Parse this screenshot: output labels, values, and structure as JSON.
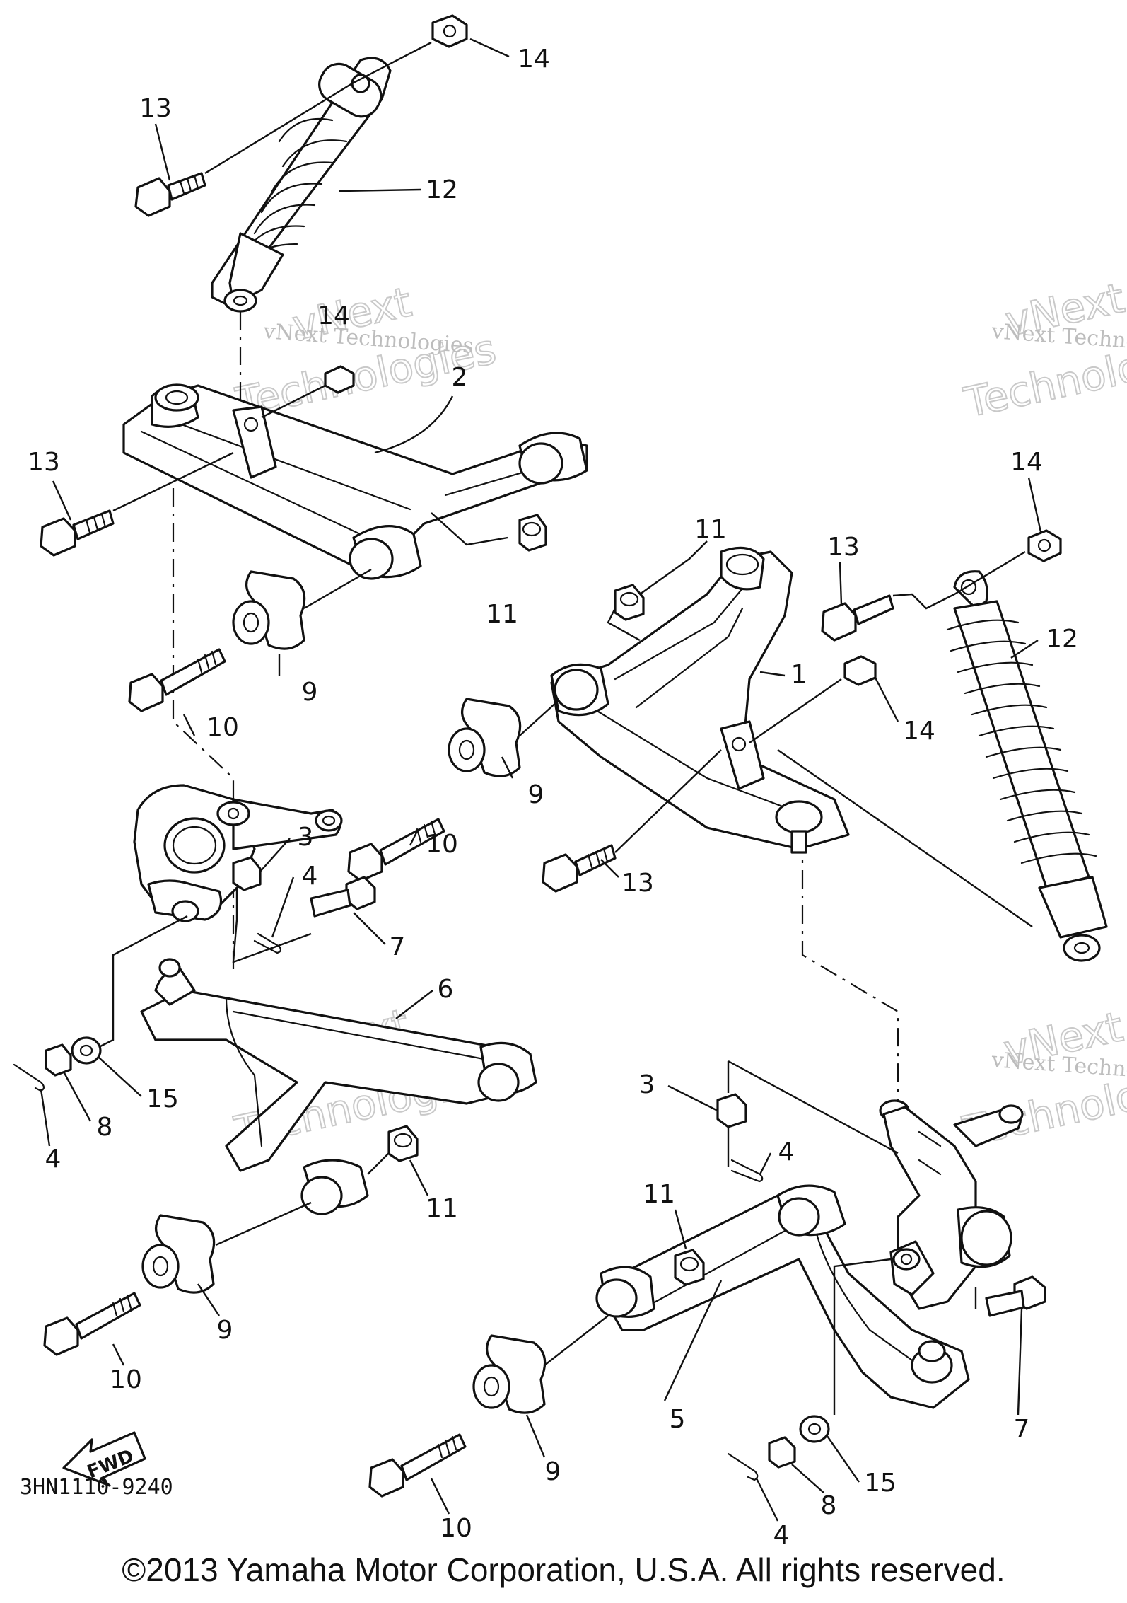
{
  "diagram": {
    "part_code": "3HN1110-9240",
    "fwd_label": "FWD",
    "callouts": [
      {
        "id": "c14a",
        "label": "14"
      },
      {
        "id": "c13a",
        "label": "13"
      },
      {
        "id": "c12a",
        "label": "12"
      },
      {
        "id": "c14b",
        "label": "14"
      },
      {
        "id": "c2",
        "label": "2"
      },
      {
        "id": "c13b",
        "label": "13"
      },
      {
        "id": "c11a",
        "label": "11"
      },
      {
        "id": "c9a",
        "label": "9"
      },
      {
        "id": "c10a",
        "label": "10"
      },
      {
        "id": "c11b",
        "label": "11"
      },
      {
        "id": "c13c",
        "label": "13"
      },
      {
        "id": "c14c",
        "label": "14"
      },
      {
        "id": "c12b",
        "label": "12"
      },
      {
        "id": "c1",
        "label": "1"
      },
      {
        "id": "c14d",
        "label": "14"
      },
      {
        "id": "c9b",
        "label": "9"
      },
      {
        "id": "c10b",
        "label": "10"
      },
      {
        "id": "c13d",
        "label": "13"
      },
      {
        "id": "c3a",
        "label": "3"
      },
      {
        "id": "c4a",
        "label": "4"
      },
      {
        "id": "c7a",
        "label": "7"
      },
      {
        "id": "c6",
        "label": "6"
      },
      {
        "id": "c15a",
        "label": "15"
      },
      {
        "id": "c8a",
        "label": "8"
      },
      {
        "id": "c4b",
        "label": "4"
      },
      {
        "id": "c11c",
        "label": "11"
      },
      {
        "id": "c9c",
        "label": "9"
      },
      {
        "id": "c10c",
        "label": "10"
      },
      {
        "id": "c3b",
        "label": "3"
      },
      {
        "id": "c4c",
        "label": "4"
      },
      {
        "id": "c11d",
        "label": "11"
      },
      {
        "id": "c5",
        "label": "5"
      },
      {
        "id": "c7b",
        "label": "7"
      },
      {
        "id": "c15b",
        "label": "15"
      },
      {
        "id": "c8b",
        "label": "8"
      },
      {
        "id": "c9d",
        "label": "9"
      },
      {
        "id": "c10d",
        "label": "10"
      },
      {
        "id": "c4d",
        "label": "4"
      }
    ]
  },
  "watermark": {
    "logo_big": "vNext",
    "logo_big2": "Technologies",
    "text": "vNext Technologies"
  },
  "footer": {
    "copyright": "©2013 Yamaha Motor Corporation, U.S.A. All rights reserved."
  }
}
